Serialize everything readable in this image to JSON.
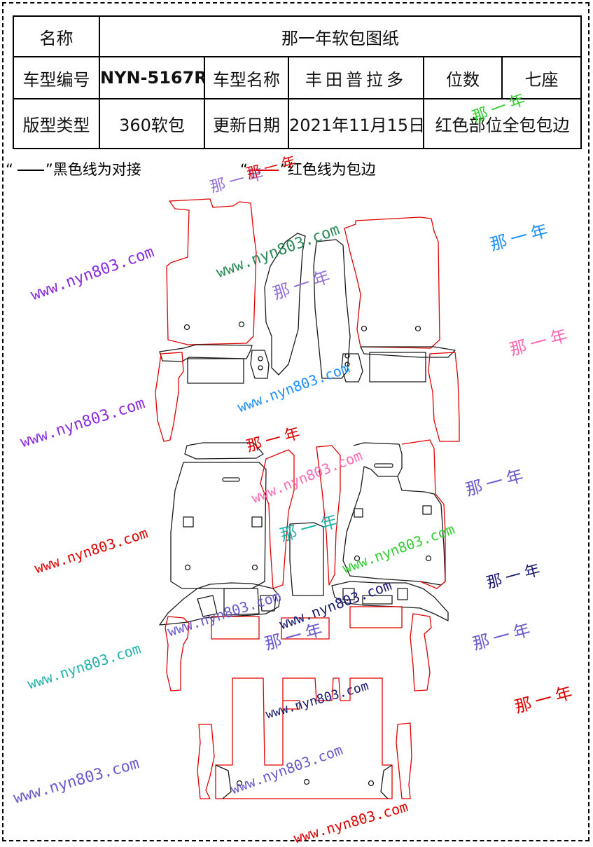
{
  "table": {
    "name_label": "名称",
    "name_value": "那一年软包图纸",
    "model_code_label": "车型编号",
    "model_code_value": "NYN-5167R",
    "model_name_label": "车型名称",
    "model_name_value": "丰田普拉多",
    "seats_label": "位数",
    "seats_value": "七座",
    "type_label": "版型类型",
    "type_value": "360软包",
    "date_label": "更新日期",
    "date_value": "2021年11月15日",
    "red_note": "红色部位全包包边"
  },
  "legend": {
    "open_quote_1": "“",
    "black_text": "”黑色线为对接",
    "open_quote_2": "“",
    "red_text": "”红色线为包边"
  },
  "watermarks": {
    "site": "www.nyn803.com",
    "brand": "那一年",
    "colors": [
      "#8a2be2",
      "#2e8b57",
      "#1e90ff",
      "#ff69b4",
      "#e00000",
      "#20b2aa",
      "#191970",
      "#6a5acd",
      "#32cd32",
      "#9370db"
    ]
  },
  "colors": {
    "outline_black": "#1a1a1a",
    "outline_red": "#e00000"
  }
}
